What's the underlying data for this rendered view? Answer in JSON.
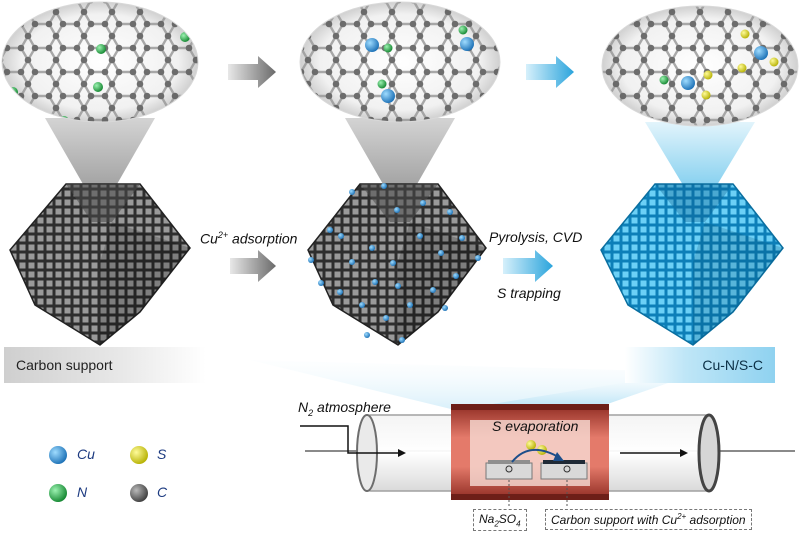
{
  "labels": {
    "cu_adsorption_base": "Cu",
    "cu_adsorption_sup": "2+",
    "cu_adsorption_rest": " adsorption",
    "pyrolysis": "Pyrolysis, CVD",
    "s_trapping": "S trapping",
    "carbon_support": "Carbon support",
    "product": "Cu-N/S-C",
    "n2_base": "N",
    "n2_sub": "2",
    "n2_rest": " atmosphere",
    "s_evaporation": "S evaporation",
    "na2so4_a": "Na",
    "na2so4_sub1": "2",
    "na2so4_b": "SO",
    "na2so4_sub2": "4",
    "carbon_cu_a": "Carbon support with Cu",
    "carbon_cu_sup": "2+",
    "carbon_cu_b": " adsorption"
  },
  "legend": {
    "cu": "Cu",
    "s": "S",
    "n": "N",
    "c": "C"
  },
  "colors": {
    "carbon": "#555555",
    "nitrogen": "#22b14c",
    "copper": "#2a93d5",
    "sulfur": "#e3e11a",
    "product_cube": "#29a8e0",
    "furnace": "#c0392b",
    "arrow_gray": "#707070",
    "arrow_blue": "#29a8e0"
  }
}
